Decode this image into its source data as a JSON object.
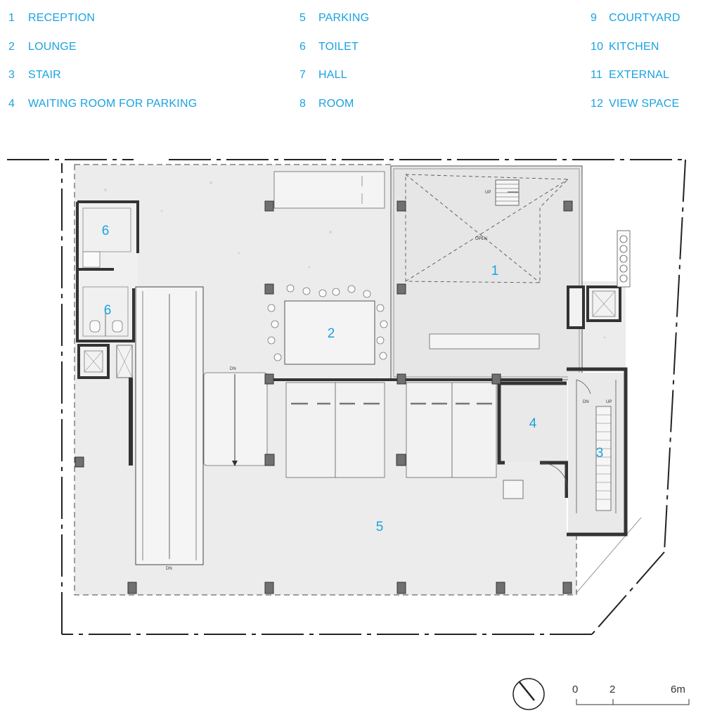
{
  "legend": [
    {
      "num": "1",
      "label": "RECEPTION"
    },
    {
      "num": "2",
      "label": "LOUNGE"
    },
    {
      "num": "3",
      "label": "STAIR"
    },
    {
      "num": "4",
      "label": "WAITING ROOM FOR PARKING"
    },
    {
      "num": "5",
      "label": "PARKING"
    },
    {
      "num": "6",
      "label": "TOILET"
    },
    {
      "num": "7",
      "label": "HALL"
    },
    {
      "num": "8",
      "label": "ROOM"
    },
    {
      "num": "9",
      "label": "COURTYARD"
    },
    {
      "num": "10",
      "label": "KITCHEN"
    },
    {
      "num": "11",
      "label": "EXTERNAL"
    },
    {
      "num": "12",
      "label": "VIEW SPACE"
    }
  ],
  "rooms": {
    "reception": "1",
    "lounge": "2",
    "stair": "3",
    "waiting_room": "4",
    "parking": "5",
    "toilet_upper": "6",
    "toilet_lower": "6"
  },
  "annotations": {
    "up": "UP",
    "dn": "DN",
    "open": "OPEN",
    "stair_dn": "DN",
    "stair_up": "UP",
    "ramp_dn": "DN",
    "ramp_dn_bottom": "DN"
  },
  "scale": {
    "tick_0": "0",
    "tick_2": "2",
    "tick_6": "6m"
  },
  "colors": {
    "label_blue": "#1aa3e0",
    "floor_grey": "#ececec",
    "wall": "#333333",
    "column": "#707070"
  },
  "icons": {
    "north": "north-arrow-icon"
  }
}
